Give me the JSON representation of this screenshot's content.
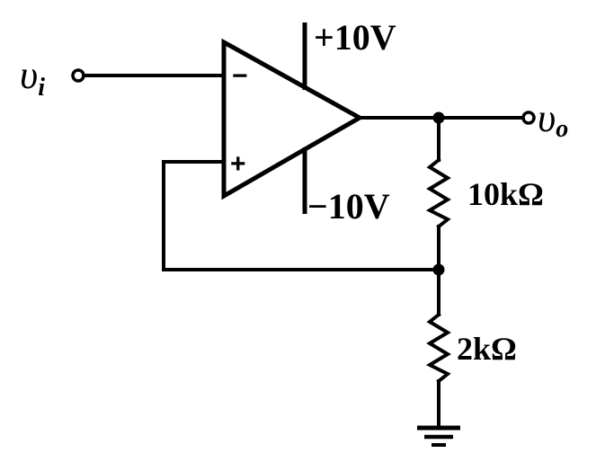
{
  "labels": {
    "input": "υ",
    "input_sub": "i",
    "output": "υ",
    "output_sub": "o",
    "vpos": "+10V",
    "vneg": "−10V",
    "r1": "10kΩ",
    "r2": "2kΩ",
    "inv_sign": "−",
    "noninv_sign": "+"
  }
}
